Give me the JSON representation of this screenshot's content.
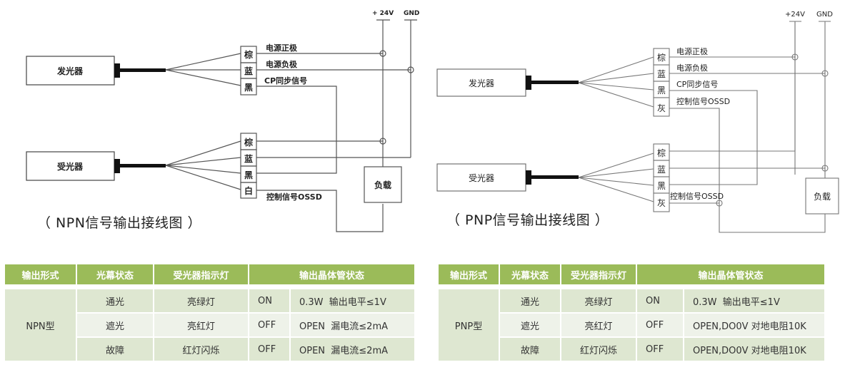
{
  "npn": {
    "caption": "（ NPN信号输出接线图 ）",
    "rail_pos": "+ 24V",
    "rail_gnd": "GND",
    "emitter": "发光器",
    "receiver": "受光器",
    "load": "负载",
    "emitter_wires": [
      {
        "color": "棕",
        "label": "电源正极"
      },
      {
        "color": "蓝",
        "label": "电源负极"
      },
      {
        "color": "黑",
        "label": "CP同步信号"
      }
    ],
    "receiver_wires": [
      {
        "color": "棕"
      },
      {
        "color": "蓝"
      },
      {
        "color": "黑"
      },
      {
        "color": "白",
        "label": "控制信号OSSD"
      }
    ]
  },
  "pnp": {
    "caption": "（ PNP信号输出接线图 ）",
    "rail_pos": "+24V",
    "rail_gnd": "GND",
    "emitter": "发光器",
    "receiver": "受光器",
    "load": "负载",
    "emitter_wires": [
      {
        "color": "棕",
        "label": "电源正极"
      },
      {
        "color": "蓝",
        "label": "电源负极"
      },
      {
        "color": "黑",
        "label": "CP同步信号"
      },
      {
        "color": "灰",
        "label": "控制信号OSSD"
      }
    ],
    "receiver_wires": [
      {
        "color": "棕"
      },
      {
        "color": "蓝"
      },
      {
        "color": "黑"
      },
      {
        "color": "灰",
        "label": "控制信号OSSD"
      }
    ]
  },
  "tables": {
    "headers": [
      "输出形式",
      "光幕状态",
      "受光器指示灯",
      "输出晶体管状态"
    ],
    "npn": {
      "type": "NPN型",
      "rows": [
        {
          "state": "通光",
          "indicator": "亮绿灯",
          "switch": "ON",
          "detail": "0.3W  输出电平≤1V"
        },
        {
          "state": "遮光",
          "indicator": "亮红灯",
          "switch": "OFF",
          "detail": "OPEN  漏电流≤2mA"
        },
        {
          "state": "故障",
          "indicator": "红灯闪烁",
          "switch": "OFF",
          "detail": "OPEN  漏电流≤2mA"
        }
      ]
    },
    "pnp": {
      "type": "PNP型",
      "rows": [
        {
          "state": "通光",
          "indicator": "亮绿灯",
          "switch": "ON",
          "detail": "0.3W  输出电平≤1V"
        },
        {
          "state": "遮光",
          "indicator": "亮红灯",
          "switch": "OFF",
          "detail": "OPEN,DO0V 对地电阻10K"
        },
        {
          "state": "故障",
          "indicator": "红灯闪烁",
          "switch": "OFF",
          "detail": "OPEN,DO0V 对地电阻10K"
        }
      ]
    },
    "colors": {
      "header": "#9bbb59",
      "row_dark": "#dee7d1",
      "row_light": "#eef2e9"
    }
  }
}
